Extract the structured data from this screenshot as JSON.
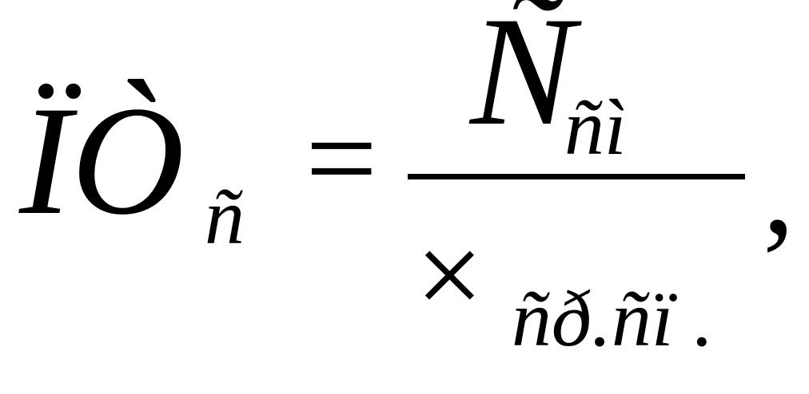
{
  "formula": {
    "lhs": {
      "main": "ÏÒ",
      "subscript": "ñ"
    },
    "equals": "=",
    "numerator": {
      "main": "Ñ",
      "subscript": "ñì"
    },
    "denominator": {
      "main": "×",
      "subscript": "ñð.ñï ."
    },
    "trailing": ","
  }
}
